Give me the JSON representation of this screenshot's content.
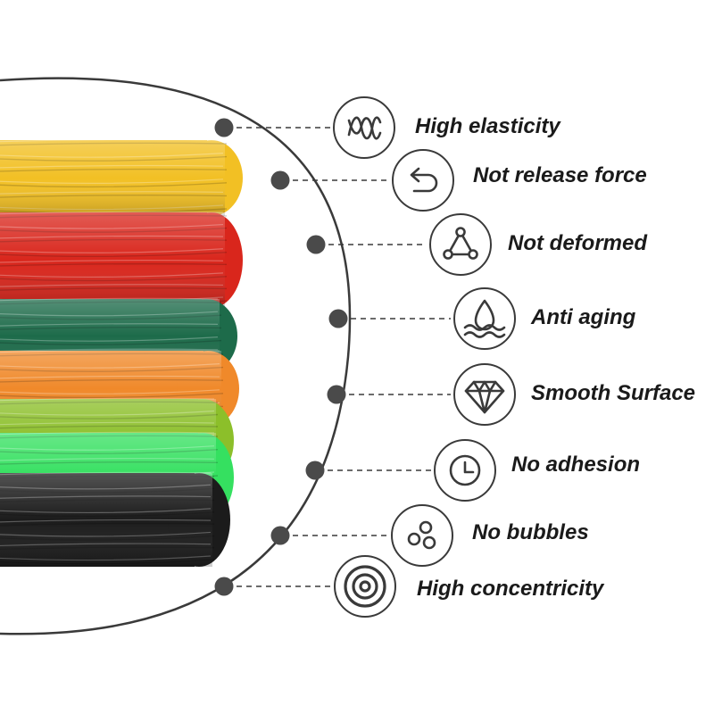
{
  "colors": {
    "line": "#3a3a3a",
    "dot": "#4a4a4a",
    "icon": "#3a3a3a",
    "text": "#1a1a1a",
    "tube_bands": [
      "#f2c024",
      "#d9261c",
      "#1d6b4a",
      "#f0892a",
      "#8cbf2a",
      "#35e060",
      "#1b1b1b"
    ]
  },
  "features": [
    {
      "label": "High elasticity",
      "icon": "wave-icon"
    },
    {
      "label": "Not release force",
      "icon": "return-arrow-icon"
    },
    {
      "label": "Not deformed",
      "icon": "triangle-nodes-icon"
    },
    {
      "label": "Anti aging",
      "icon": "water-drop-icon"
    },
    {
      "label": "Smooth Surface",
      "icon": "diamond-icon"
    },
    {
      "label": "No adhesion",
      "icon": "clock-icon"
    },
    {
      "label": "No bubbles",
      "icon": "bubbles-icon"
    },
    {
      "label": "High concentricity",
      "icon": "target-icon"
    }
  ]
}
